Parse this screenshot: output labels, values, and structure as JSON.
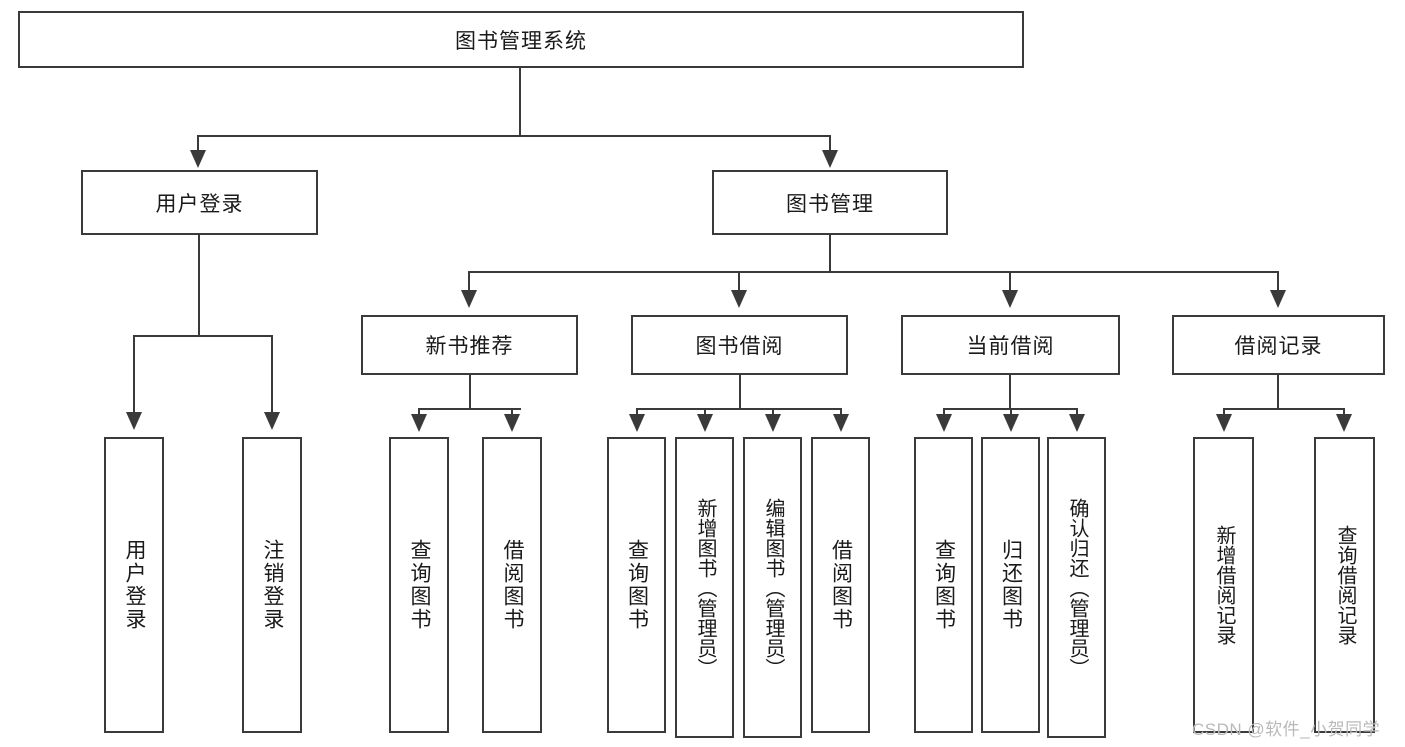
{
  "diagram": {
    "title": "图书管理系统",
    "root": {
      "label": "图书管理系统"
    },
    "level2": [
      {
        "label": "用户登录"
      },
      {
        "label": "图书管理"
      }
    ],
    "level3": [
      {
        "label": "新书推荐"
      },
      {
        "label": "图书借阅"
      },
      {
        "label": "当前借阅"
      },
      {
        "label": "借阅记录"
      }
    ],
    "leaves": {
      "user_login": [
        {
          "label": "用户登录"
        },
        {
          "label": "注销登录"
        }
      ],
      "new_book_recommend": [
        {
          "label": "查询图书"
        },
        {
          "label": "借阅图书"
        }
      ],
      "book_borrow": [
        {
          "label": "查询图书"
        },
        {
          "label": "新增图书（管理员）"
        },
        {
          "label": "编辑图书（管理员）"
        },
        {
          "label": "借阅图书"
        }
      ],
      "current_borrow": [
        {
          "label": "查询图书"
        },
        {
          "label": "归还图书"
        },
        {
          "label": "确认归还（管理员）"
        }
      ],
      "borrow_record": [
        {
          "label": "新增借阅记录"
        },
        {
          "label": "查询借阅记录"
        }
      ]
    }
  },
  "watermark": {
    "text": "CSDN @软件_小贺同学"
  },
  "colors": {
    "stroke": "#3a3a3a",
    "background": "#ffffff",
    "text": "#1a1a1a",
    "watermark": "#b9b9b9"
  }
}
